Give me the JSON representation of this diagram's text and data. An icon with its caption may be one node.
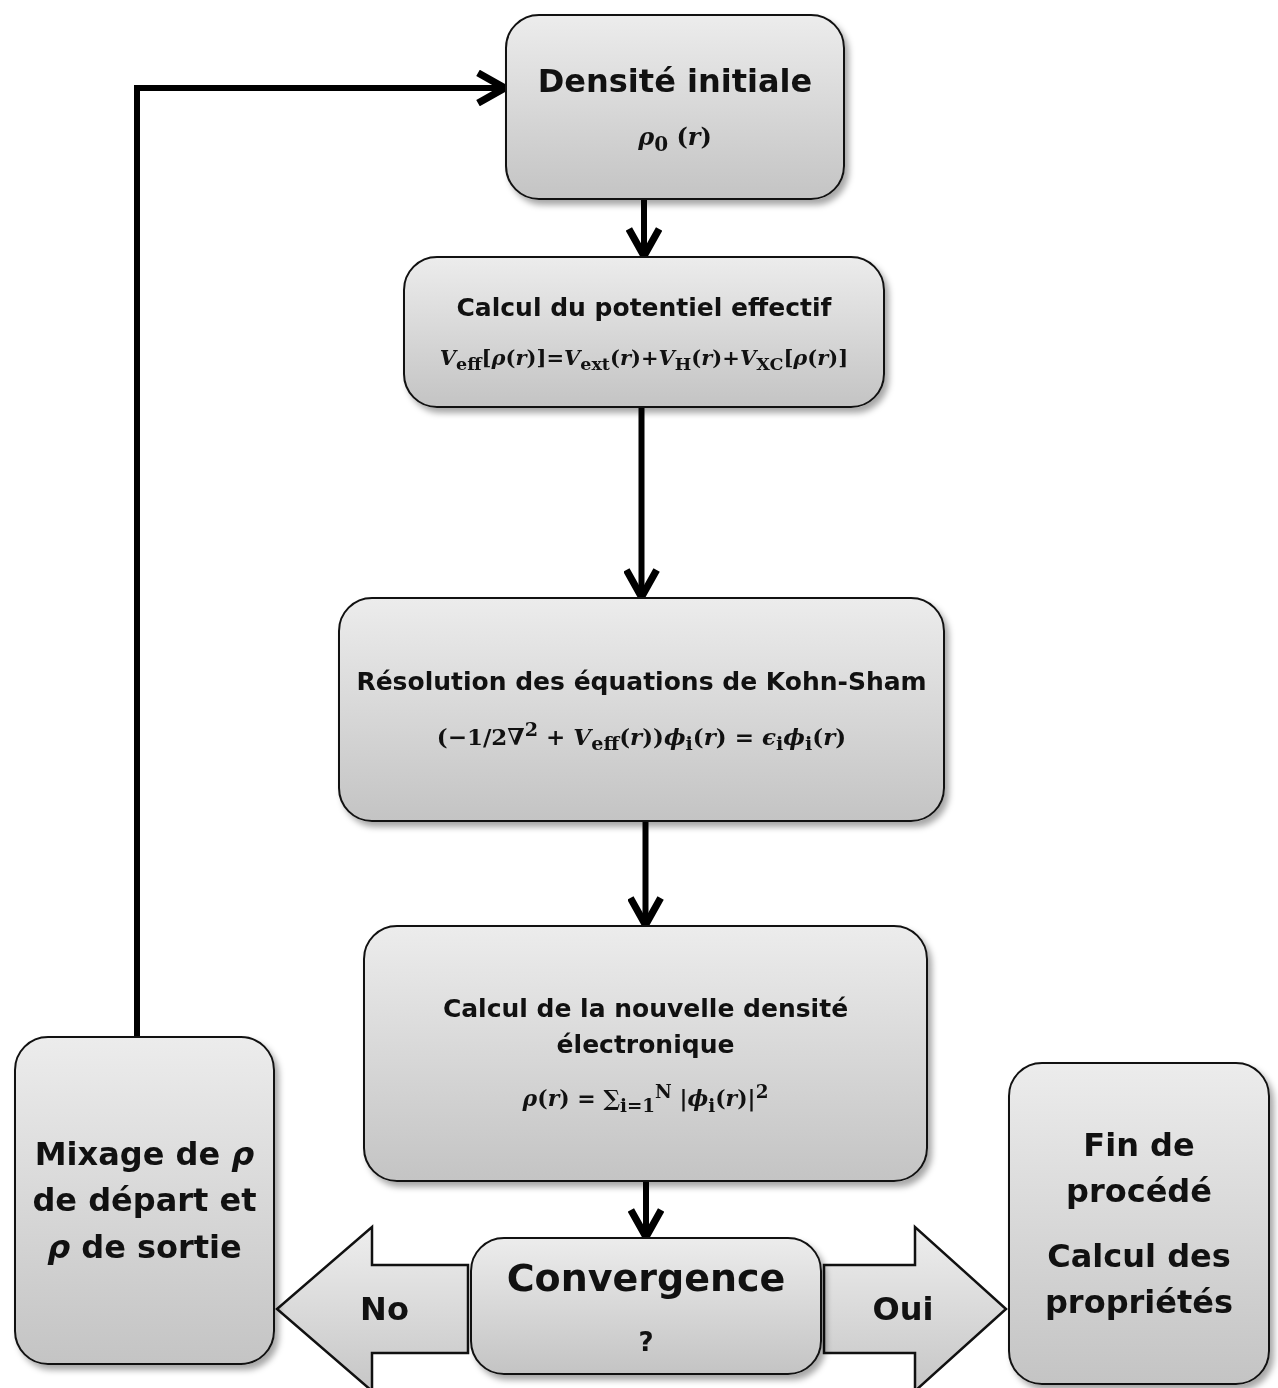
{
  "diagram": {
    "nodes": [
      {
        "text": [
          "Densité initiale",
          "*ρ*$_{0}$ (*r*)"
        ]
      },
      {
        "text": [
          "Calcul du potentiel  effectif",
          "*V*$_{eff}$[*ρ*(*r*)]=*V*$_{ext}$(*r*)+*V*$_{H}$(*r*)+*V*$_{XC}$[*ρ*(*r*)]"
        ]
      },
      {
        "text": [
          "Résolution des équations de Kohn-Sham",
          "(−1/2∇$^{2}$ + *V*$_{eff}$(*r*))*ϕ*$_{i}$(*r*) = *ϵ*$_{i}$*ϕ*$_{i}$(*r*)"
        ]
      },
      {
        "text": [
          "Calcul de la nouvelle densité électronique",
          "*ρ*(*r*) = ∑$_{i=1}$$^{N}$ |*ϕ*$_{i}$(*r*)|$^{2}$"
        ]
      },
      {
        "text": [
          "Mixage de *ρ* de départ et *ρ* de sortie"
        ]
      },
      {
        "text": [
          "Convergence",
          "?"
        ]
      },
      {
        "text": [
          "Fin de procédé",
          "Calcul des propriétés"
        ]
      }
    ],
    "edges": [
      {
        "from": 0,
        "to": 1,
        "arrow": "to"
      },
      {
        "from": 1,
        "to": 2,
        "arrow": "to"
      },
      {
        "from": 2,
        "to": 3,
        "arrow": "to"
      },
      {
        "from": 3,
        "to": 5,
        "arrow": "to"
      },
      {
        "from": 5,
        "to": 4,
        "arrow": "to",
        "label": "No",
        "style": "thick"
      },
      {
        "from": 5,
        "to": 6,
        "arrow": "to",
        "label": "Oui",
        "style": "thick"
      },
      {
        "from": 4,
        "to": 0,
        "arrow": "to"
      }
    ]
  }
}
